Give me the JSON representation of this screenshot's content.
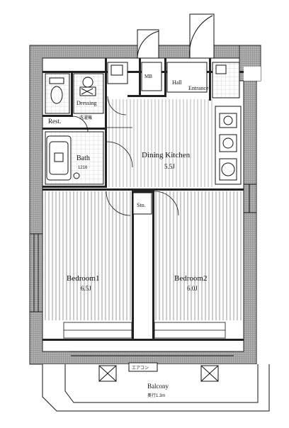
{
  "rooms": {
    "wc": "Rest.",
    "mb": "MB",
    "hall": "Hall",
    "entrance": "Entrance",
    "dressing": "Dressing",
    "dressing_extra": "洗濯機",
    "bath": "Bath",
    "bath_size": "1216",
    "dining": "Dining Kitchen",
    "dining_size": "5.5J",
    "storage": "Sto.",
    "bed1": "Bedroom1",
    "bed1_size": "6.5J",
    "bed2": "Bedroom2",
    "bed2_size": "6.0J",
    "balcony": "Balcony",
    "balcony_note": "奥行1.3m",
    "exp_box": "エアコン"
  },
  "colors": {
    "wall": "#6f6f6f",
    "line": "#1a1a1a",
    "floor": "#888888"
  }
}
